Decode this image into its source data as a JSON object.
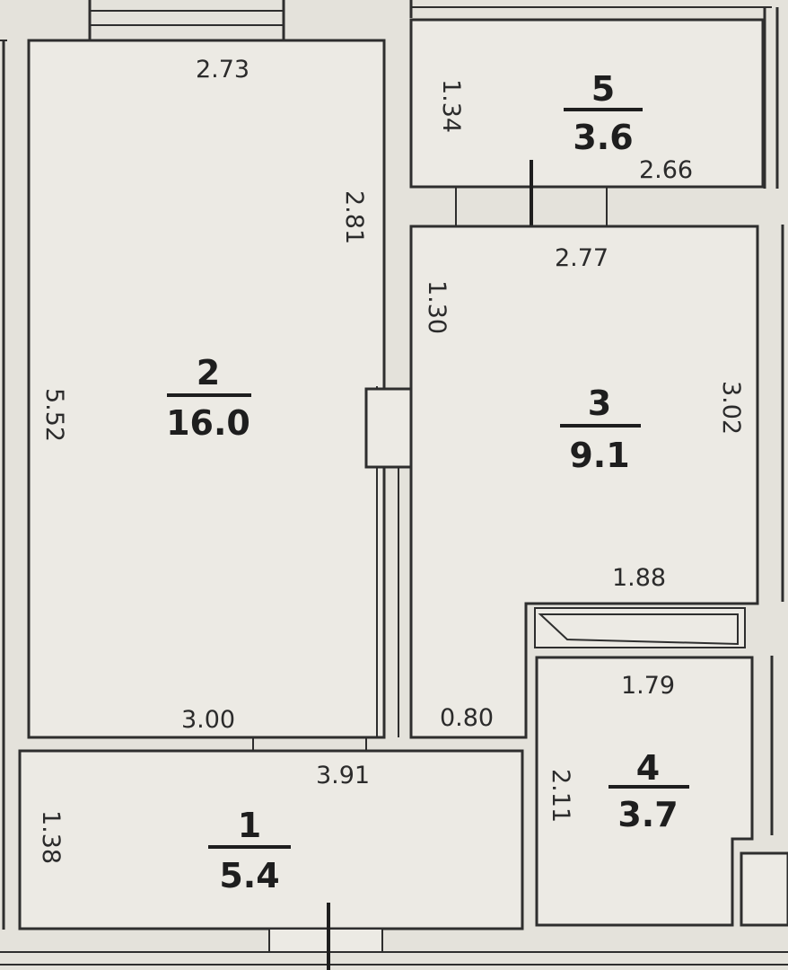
{
  "rooms": {
    "r1": {
      "number": "1",
      "area": "5.4"
    },
    "r2": {
      "number": "2",
      "area": "16.0"
    },
    "r3": {
      "number": "3",
      "area": "9.1"
    },
    "r4": {
      "number": "4",
      "area": "3.7"
    },
    "r5": {
      "number": "5",
      "area": "3.6"
    }
  },
  "dimensions": {
    "r2_top": "2.73",
    "r2_right": "2.81",
    "r2_left": "5.52",
    "r2_bottom": "3.00",
    "r5_left": "1.34",
    "r5_bottom": "2.66",
    "r3_top": "2.77",
    "r3_left": "1.30",
    "r3_right": "3.02",
    "r3_bottom": "1.88",
    "r4_top": "1.79",
    "r4_left": "2.11",
    "door_gap": "0.80",
    "r1_top": "3.91",
    "r1_left": "1.38"
  }
}
